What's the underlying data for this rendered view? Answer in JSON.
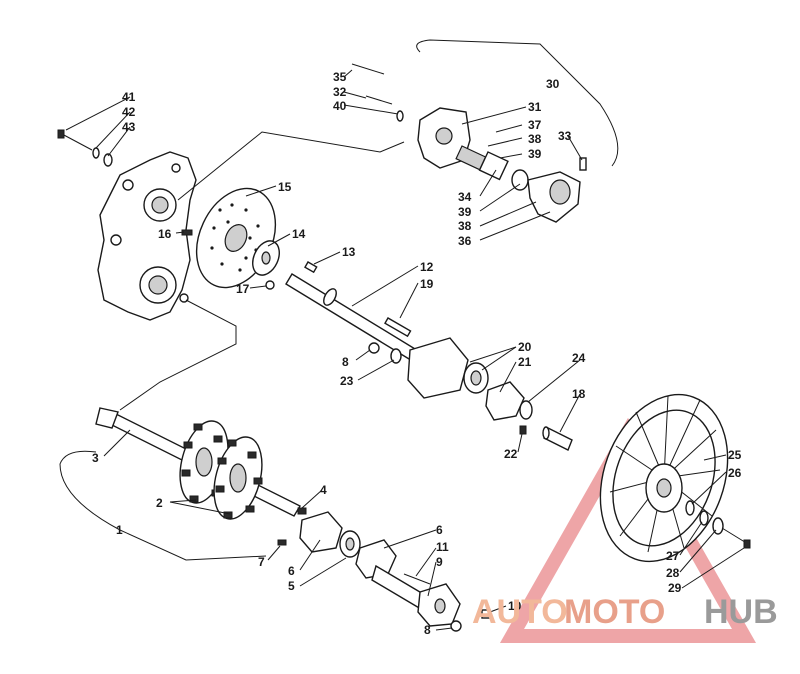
{
  "diagram": {
    "callouts": [
      {
        "id": "c1",
        "text": "1"
      },
      {
        "id": "c2",
        "text": "2"
      },
      {
        "id": "c3",
        "text": "3"
      },
      {
        "id": "c4",
        "text": "4"
      },
      {
        "id": "c5",
        "text": "5"
      },
      {
        "id": "c6a",
        "text": "6"
      },
      {
        "id": "c6b",
        "text": "6"
      },
      {
        "id": "c7",
        "text": "7"
      },
      {
        "id": "c8a",
        "text": "8"
      },
      {
        "id": "c8b",
        "text": "8"
      },
      {
        "id": "c9",
        "text": "9"
      },
      {
        "id": "c10",
        "text": "10"
      },
      {
        "id": "c11",
        "text": "11"
      },
      {
        "id": "c12",
        "text": "12"
      },
      {
        "id": "c13",
        "text": "13"
      },
      {
        "id": "c14",
        "text": "14"
      },
      {
        "id": "c15",
        "text": "15"
      },
      {
        "id": "c16",
        "text": "16"
      },
      {
        "id": "c17",
        "text": "17"
      },
      {
        "id": "c18",
        "text": "18"
      },
      {
        "id": "c19",
        "text": "19"
      },
      {
        "id": "c20",
        "text": "20"
      },
      {
        "id": "c21",
        "text": "21"
      },
      {
        "id": "c22",
        "text": "22"
      },
      {
        "id": "c23",
        "text": "23"
      },
      {
        "id": "c24",
        "text": "24"
      },
      {
        "id": "c25",
        "text": "25"
      },
      {
        "id": "c26",
        "text": "26"
      },
      {
        "id": "c27",
        "text": "27"
      },
      {
        "id": "c28",
        "text": "28"
      },
      {
        "id": "c29",
        "text": "29"
      },
      {
        "id": "c30",
        "text": "30"
      },
      {
        "id": "c31",
        "text": "31"
      },
      {
        "id": "c32",
        "text": "32"
      },
      {
        "id": "c33",
        "text": "33"
      },
      {
        "id": "c34",
        "text": "34"
      },
      {
        "id": "c35",
        "text": "35"
      },
      {
        "id": "c36",
        "text": "36"
      },
      {
        "id": "c37",
        "text": "37"
      },
      {
        "id": "c38a",
        "text": "38"
      },
      {
        "id": "c38b",
        "text": "38"
      },
      {
        "id": "c39a",
        "text": "39"
      },
      {
        "id": "c39b",
        "text": "39"
      },
      {
        "id": "c40",
        "text": "40"
      },
      {
        "id": "c41",
        "text": "41"
      },
      {
        "id": "c42",
        "text": "42"
      },
      {
        "id": "c43",
        "text": "43"
      }
    ]
  },
  "watermark": {
    "part1": "AUTO",
    "part2": "MOTO",
    "part3": "HUB",
    "colors": {
      "light": "#f2b89a",
      "mid": "#e06a5a",
      "grey": "#9a9a9a",
      "triangle": "#e8878a"
    }
  }
}
